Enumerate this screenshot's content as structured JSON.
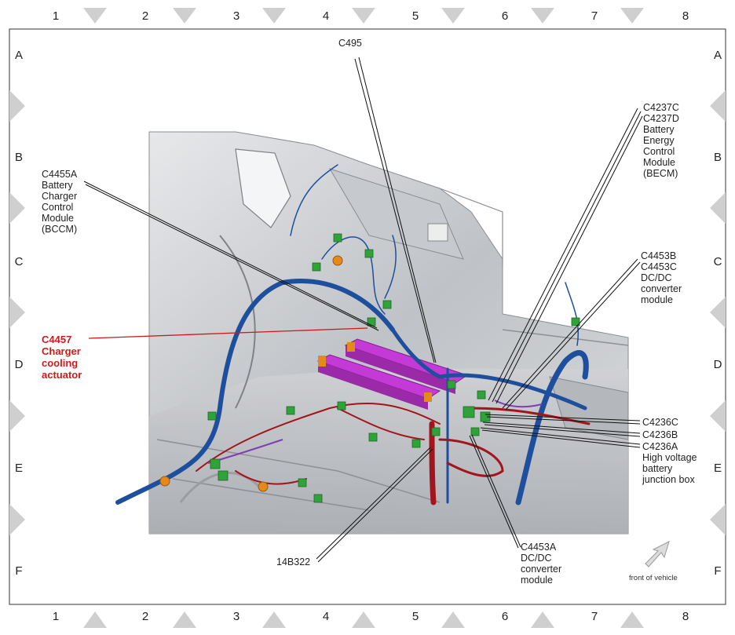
{
  "grid": {
    "columns": [
      "1",
      "2",
      "3",
      "4",
      "5",
      "6",
      "7",
      "8"
    ],
    "rows": [
      "A",
      "B",
      "C",
      "D",
      "E",
      "F"
    ]
  },
  "callouts": {
    "c495": "C495",
    "c4237": "C4237C\nC4237D\nBattery\nEnergy\nControl\nModule\n(BECM)",
    "c4455a": "C4455A\nBattery\nCharger\nControl\nModule\n(BCCM)",
    "c4453bc": "C4453B\nC4453C\nDC/DC\nconverter\nmodule",
    "c4457": "C4457\nCharger\ncooling\nactuator",
    "c4236c": "C4236C",
    "c4236b": "C4236B",
    "c4236a": "C4236A\nHigh voltage\nbattery\njunction box",
    "c14b322": "14B322",
    "c4453a": "C4453A\nDC/DC\nconverter\nmodule"
  },
  "orientation": {
    "label": "front of vehicle"
  },
  "colors": {
    "highlight": "#d01a1a",
    "harness_blue": "#1e4f9c",
    "harness_red": "#a3151c",
    "connector_green": "#2fa33a",
    "module_magenta": "#c43ad6",
    "body_gray": "#b9bcc0"
  }
}
